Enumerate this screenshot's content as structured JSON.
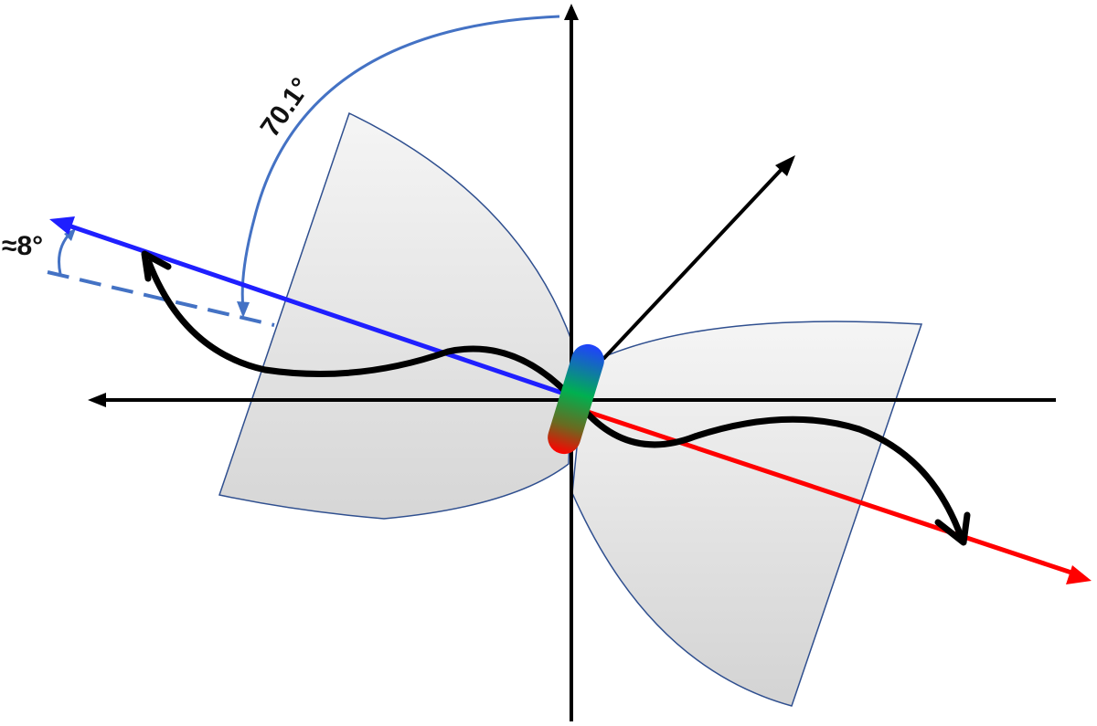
{
  "labels": {
    "inclination_angle": "70.1°",
    "tilt_angle": "≈8°"
  },
  "colors": {
    "background": "#ffffff",
    "axes": "#000000",
    "cone_fill_top": "#f4f4f4",
    "cone_fill_bottom": "#d7d7d7",
    "cone_stroke": "#2f4f8f",
    "arc": "#4472c4",
    "approaching_jet": "#1f1fff",
    "receding_jet": "#ff0000",
    "helical_path": "#000000",
    "source_gradient": [
      "#1f3fff",
      "#00b050",
      "#ff0000"
    ]
  },
  "icons": {
    "central_source": "tilted-capsule"
  }
}
